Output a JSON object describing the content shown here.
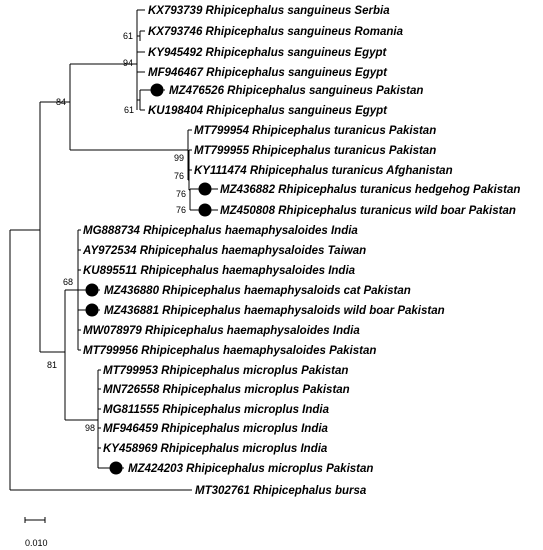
{
  "taxa": [
    {
      "label": "KX793739 Rhipicephalus sanguineus Serbia",
      "marked": false
    },
    {
      "label": "KX793746 Rhipicephalus sanguineus Romania",
      "marked": false
    },
    {
      "label": "KY945492 Rhipicephalus sanguineus Egypt",
      "marked": false
    },
    {
      "label": "MF946467 Rhipicephalus sanguineus Egypt",
      "marked": false
    },
    {
      "label": "MZ476526 Rhipicephalus sanguineus Pakistan",
      "marked": true
    },
    {
      "label": "KU198404 Rhipicephalus sanguineus Egypt",
      "marked": false
    },
    {
      "label": "MT799954 Rhipicephalus turanicus Pakistan",
      "marked": false
    },
    {
      "label": "MT799955 Rhipicephalus turanicus Pakistan",
      "marked": false
    },
    {
      "label": "KY111474 Rhipicephalus turanicus Afghanistan",
      "marked": false
    },
    {
      "label": "MZ436882 Rhipicephalus turanicus hedgehog Pakistan",
      "marked": true
    },
    {
      "label": "MZ450808 Rhipicephalus turanicus wild boar Pakistan",
      "marked": true
    },
    {
      "label": "MG888734 Rhipicephalus haemaphysaloides India",
      "marked": false
    },
    {
      "label": "AY972534 Rhipicephalus haemaphysaloides Taiwan",
      "marked": false
    },
    {
      "label": "KU895511 Rhipicephalus haemaphysaloides India",
      "marked": false
    },
    {
      "label": "MZ436880 Rhipicephalus haemaphysaloids cat Pakistan",
      "marked": true
    },
    {
      "label": "MZ436881 Rhipicephalus haemaphysaloids wild boar Pakistan",
      "marked": true
    },
    {
      "label": "MW078979 Rhipicephalus haemaphysaloides India",
      "marked": false
    },
    {
      "label": "MT799956 Rhipicephalus haemaphysaloides Pakistan",
      "marked": false
    },
    {
      "label": "MT799953 Rhipicephalus microplus Pakistan",
      "marked": false
    },
    {
      "label": "MN726558 Rhipicephalus microplus Pakistan",
      "marked": false
    },
    {
      "label": "MG811555 Rhipicephalus microplus India",
      "marked": false
    },
    {
      "label": "MF946459 Rhipicephalus microplus India",
      "marked": false
    },
    {
      "label": "KY458969 Rhipicephalus microplus India",
      "marked": false
    },
    {
      "label": "MZ424203 Rhipicephalus microplus Pakistan",
      "marked": true
    },
    {
      "label": "MT302761 Rhipicephalus bursa",
      "marked": false
    }
  ],
  "bootstrap": {
    "sanguineus_romania_pair": "61",
    "sanguineus_clade": "94",
    "sanguineus_egypt_pakistan_pair": "61",
    "sanguineus_turanicus": "84",
    "turanicus_clade": "99",
    "turanicus_subclade": "76",
    "turanicus_hedgehog_pair": "76",
    "turanicus_wildboar": "76",
    "haemaphysaloides_clade": "68",
    "haemaphysaloides_microplus": "81",
    "microplus_clade": "98"
  },
  "scale_bar": {
    "label": "0.010"
  },
  "marker_color": "#000000"
}
